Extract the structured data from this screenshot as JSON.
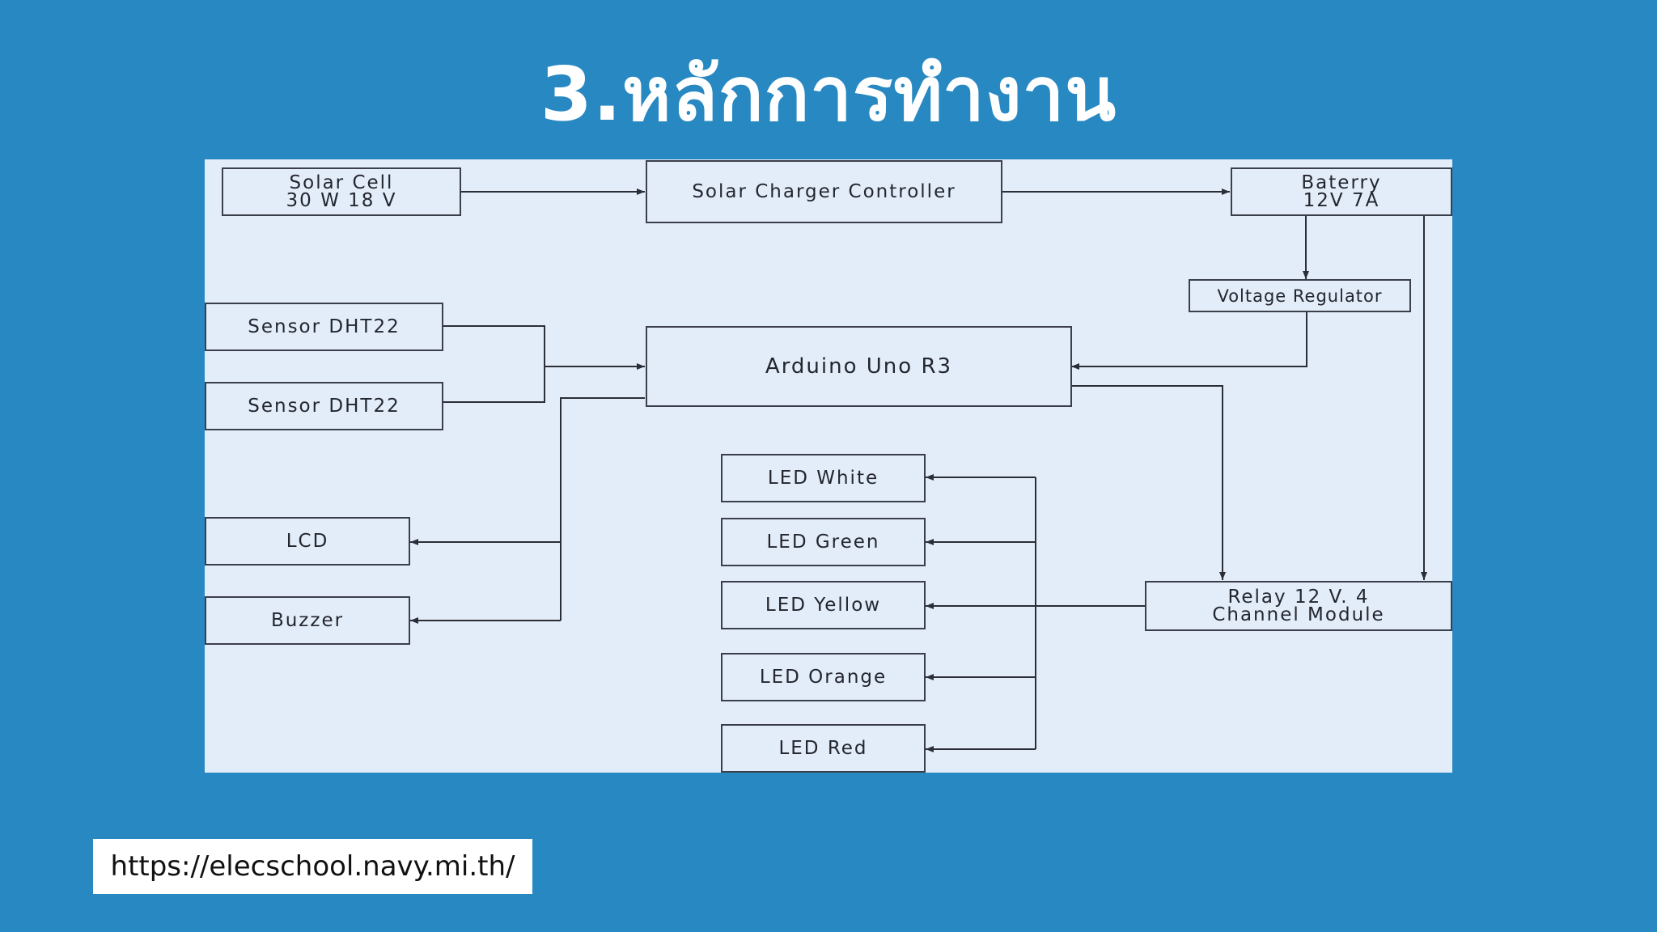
{
  "slide": {
    "title": "3.หลักการทำงาน",
    "url": "https://elecschool.navy.mi.th/"
  },
  "colors": {
    "background": "#2889c2",
    "diagram_background": "#e3edfa",
    "line": "#2b2e36"
  },
  "blocks": {
    "solar_cell": "Solar Cell\n30 W 18 V",
    "charger": "Solar Charger Controller",
    "battery": "Baterry\n12V 7A",
    "regulator": "Voltage Regulator",
    "sensor_1": "Sensor DHT22",
    "sensor_2": "Sensor DHT22",
    "arduino": "Arduino Uno R3",
    "lcd": "LCD",
    "buzzer": "Buzzer",
    "led_white": "LED White",
    "led_green": "LED Green",
    "led_yellow": "LED Yellow",
    "led_orange": "LED Orange",
    "led_red": "LED Red",
    "relay": "Relay 12 V. 4\nChannel Module"
  }
}
